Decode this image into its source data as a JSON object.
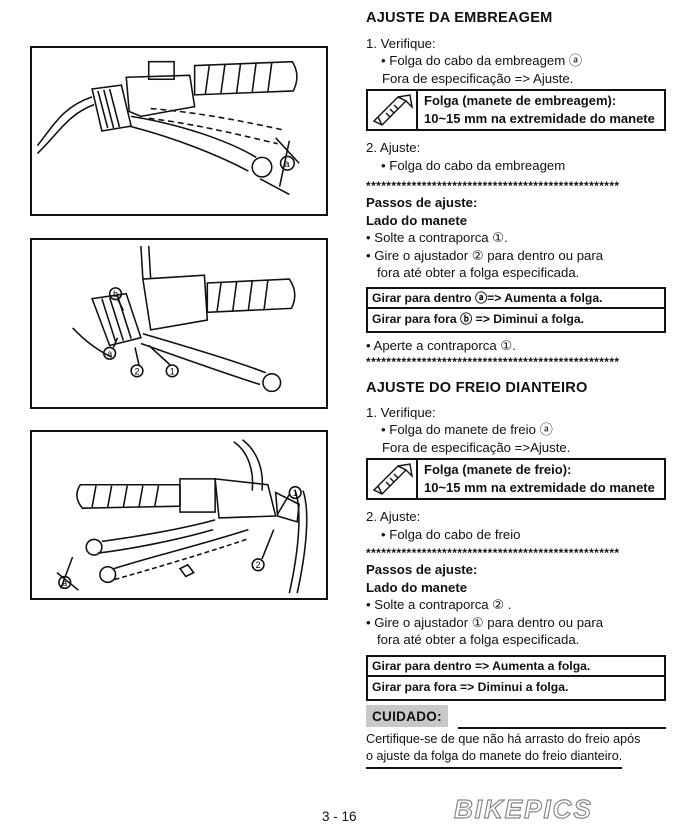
{
  "section1": {
    "title": "AJUSTE DA EMBREAGEM",
    "step1": "1. Verifique:",
    "step1_item": "• Folga do cabo da embreagem ⓐ",
    "step1_note": "Fora de especificação => Ajuste.",
    "spec_line1": "Folga (manete de embreagem):",
    "spec_line2": "10~15 mm na extremidade do manete",
    "step2": "2. Ajuste:",
    "step2_item": "• Folga do cabo da embreagem",
    "stars": "**************************************************",
    "steps_title": "Passos de ajuste:",
    "side_title": "Lado do manete",
    "b1": "• Solte a contraporca ①.",
    "b2a": "• Gire o ajustador ② para dentro ou para",
    "b2b": "fora até obter a folga especificada.",
    "box1": "Girar para dentro ⓐ=> Aumenta a folga.",
    "box2": "Girar  para fora ⓑ => Diminui a folga.",
    "b3": "• Aperte a contraporca ①."
  },
  "section2": {
    "title": "AJUSTE DO FREIO DIANTEIRO",
    "step1": "1. Verifique:",
    "step1_item": "• Folga do manete de freio ⓐ",
    "step1_note": "Fora de especificação =>Ajuste.",
    "spec_line1": "Folga (manete de freio):",
    "spec_line2": "10~15 mm na extremidade do manete",
    "step2": "2. Ajuste:",
    "step2_item": "• Folga do cabo de freio",
    "steps_title": "Passos de ajuste:",
    "side_title": "Lado do manete",
    "b1": "• Solte a contraporca ② .",
    "b2a": "• Gire o ajustador ① para dentro ou para",
    "b2b": "fora até obter a folga especificada.",
    "box1": "Girar para dentro => Aumenta a folga.",
    "box2": "Girar  para fora => Diminui a folga."
  },
  "caution": {
    "label": "CUIDADO:",
    "line1": "Certifique-se de que não há arrasto do freio após",
    "line2": "o ajuste da folga do manete do freio dianteiro."
  },
  "figures": {
    "fig1_label_a": "a",
    "fig2_label_a": "a",
    "fig2_label_b": "b",
    "fig2_label_1": "1",
    "fig2_label_2": "2",
    "fig3_label_a": "a",
    "fig3_label_1": "1",
    "fig3_label_2": "2"
  },
  "footer": {
    "page_number": "3 - 16",
    "logo": "BIKEPICS"
  }
}
